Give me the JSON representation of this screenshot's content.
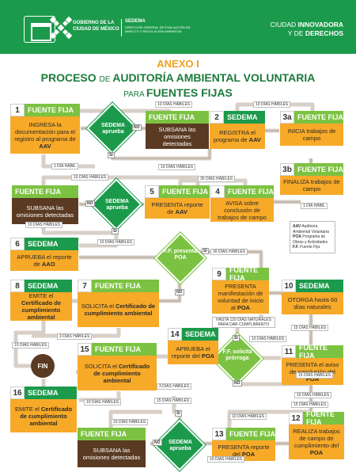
{
  "header": {
    "gobierno": "GOBIERNO DE LA CIUDAD DE MÉXICO",
    "sedema": "SEDEMA",
    "sedema_sub": "DIRECCIÓN GENERAL DE EVALUACIÓN DE IMPACTO Y REGULACIÓN AMBIENTAL",
    "ciudad_line1_a": "CIUDAD ",
    "ciudad_line1_b": "INNOVADORA",
    "ciudad_line2_a": "Y DE ",
    "ciudad_line2_b": "DERECHOS"
  },
  "title": {
    "anexo": "ANEXO I",
    "line2_a": "PROCESO ",
    "line2_de": "DE ",
    "line2_b": "AUDITORÍA AMBIENTAL VOLUNTARIA",
    "line3_para": "PARA ",
    "line3_b": "FUENTES FIJAS"
  },
  "nodes": {
    "n1": {
      "num": "1",
      "title": "FUENTE FIJA",
      "text": "INGRESA la documentación para el registro al programa de ",
      "bold": "AAV"
    },
    "n2": {
      "num": "2",
      "title": "SEDEMA",
      "text": "REGISTRA el programa de ",
      "bold": "AAV"
    },
    "n3a": {
      "num": "3a",
      "title": "FUENTE FIJA",
      "text": "INICIA trabajos de campo"
    },
    "n3b": {
      "num": "3b",
      "title": "FUENTE FIJA",
      "text": "FINALIZA trabajos de campo"
    },
    "sub1": {
      "title": "FUENTE FIJA",
      "text": "SUBSANA las omisiones detectadas"
    },
    "n4": {
      "num": "4",
      "title": "FUENTE FIJA",
      "text": "AVISA sobre conclusión de trabajos de campo"
    },
    "n5": {
      "num": "5",
      "title": "FUENTE FIJA",
      "text": "PRESENTA reporte de ",
      "bold": "AAV"
    },
    "sub2": {
      "title": "FUENTE FIJA",
      "text": "SUBSANA las omisiones detectadas"
    },
    "n6": {
      "num": "6",
      "title": "SEDEMA",
      "text": "APRUEBA el reporte de ",
      "bold": "AAO"
    },
    "n7": {
      "num": "7",
      "title": "FUENTE FIJA",
      "text": "SOLICITA el ",
      "bold": "Certificado de cumplimiento ambiental"
    },
    "n8": {
      "num": "8",
      "title": "SEDEMA",
      "text": "EMITE el ",
      "bold": "Certificado de cumplimiento ambiental"
    },
    "n9": {
      "num": "9",
      "title": "FUENTE FIJA",
      "text": "PRESENTA manifestación de voluntad de inicio al ",
      "bold": "POA"
    },
    "n10": {
      "num": "10",
      "title": "SEDEMA",
      "text": "OTORGA hasta 60 días naturales"
    },
    "n11": {
      "num": "11",
      "title": "FUENTE FIJA",
      "text": "PRESENTA el aviso de conclusión del ",
      "bold": "POA"
    },
    "n12": {
      "num": "12",
      "title": "FUENTE FIJA",
      "text": "REALIZA trabajos de campo de cumplimiento del ",
      "bold": "POA"
    },
    "n13": {
      "num": "13",
      "title": "FUENTE FIJA",
      "text": "PRESENTA reporte del ",
      "bold": "POA"
    },
    "n14": {
      "num": "14",
      "title": "SEDEMA",
      "text": "APRUEBA el reporte del ",
      "bold": "POA"
    },
    "n15": {
      "num": "15",
      "title": "FUENTE FIJA",
      "text": "SOLICITA el ",
      "bold": "Certificado de cumplimiento ambiental"
    },
    "n16": {
      "num": "16",
      "title": "SEDEMA",
      "text": "EMITE el ",
      "bold": "Certificado de cumplimiento ambiental"
    },
    "sub3": {
      "title": "FUENTE FIJA",
      "text": "SUBSANA las omisiones detectadas"
    }
  },
  "decisions": {
    "d1": "SEDEMA aprueba",
    "d2": "SEDEMA aprueba",
    "d3": "F.F. presenta POA",
    "d4": "F.F. solicita prórroga",
    "d5": "SEDEMA aprueba"
  },
  "labels": {
    "l1": "10 DÍAS HÁBILES",
    "l2": "1 DÍA HÁBIL",
    "l3": "10 DÍAS HÁBILES",
    "l4": "30 DÍAS HÁBILES",
    "l5": "10 DÍAS HÁBILES",
    "l6": "1 DÍA HÁBIL",
    "l7": "10 DÍAS HÁBILES",
    "l8": "10 DÍAS HÁBILES",
    "l9": "30 DÍAS HÁBILES",
    "l10": "HASTA 120 DÍAS NATURALES PARA DAR CUMPLIMIENTO",
    "l11": "15 DÍAS HÁBILES",
    "l12": "10 DÍAS HÁBILES",
    "l13": "15 DÍAS HÁBILES",
    "l14": "3 DÍAS HÁBILES",
    "l15": "10 DÍAS HÁBILES",
    "l16": "15 DÍAS HÁBILES",
    "l17": "3 DÍAS HÁBILES",
    "l18": "10 DÍAS HÁBILES",
    "l19": "15 DÍAS HÁBILES",
    "l20": "10 DÍAS HÁBILES",
    "l21": "10 DÍAS HÁBILES",
    "l22": "15 DÍAS HÁBILES",
    "l23": "10 DÍAS HÁBILES",
    "l24": "10 DÍAS HÁBILES"
  },
  "yesno": {
    "si": "SI",
    "no": "NO"
  },
  "fin": "FIN",
  "legend": [
    {
      "abbr": "AAV",
      "desc": "Auditoría Ambiental Voluntaria"
    },
    {
      "abbr": "POA",
      "desc": "Programa de Obras y Actividades"
    },
    {
      "abbr": "F.F.",
      "desc": "Fuente Fija"
    }
  ],
  "colors": {
    "orange": "#f7a928",
    "green": "#1c9a4b",
    "light_green": "#7cc242",
    "brown": "#5a3a22",
    "title_orange": "#f29f1c"
  }
}
